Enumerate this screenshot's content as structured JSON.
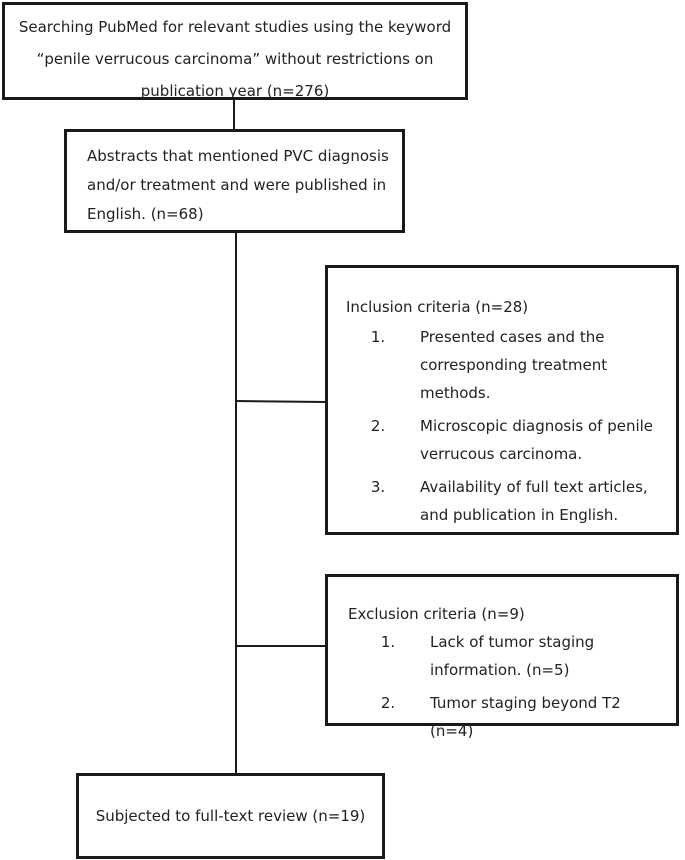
{
  "flowchart": {
    "search": {
      "text": "Searching PubMed for relevant studies using the keyword “penile verrucous carcinoma” without restrictions on publication year (n=276)"
    },
    "abstracts": {
      "text": "Abstracts that mentioned PVC diagnosis and/or treatment and were published in English. (n=68)"
    },
    "inclusion": {
      "title": "Inclusion criteria (n=28)",
      "items": [
        {
          "num": "1.",
          "text": "Presented cases and the corresponding treatment methods."
        },
        {
          "num": "2.",
          "text": "Microscopic diagnosis of penile verrucous carcinoma."
        },
        {
          "num": "3.",
          "text": "Availability of full text articles, and publication in English."
        }
      ]
    },
    "exclusion": {
      "title": "Exclusion criteria (n=9)",
      "items": [
        {
          "num": "1.",
          "text": "Lack of tumor staging information. (n=5)"
        },
        {
          "num": "2.",
          "text": "Tumor staging beyond T2 (n=4)"
        }
      ]
    },
    "review": {
      "text": "Subjected to full-text review (n=19)"
    }
  }
}
